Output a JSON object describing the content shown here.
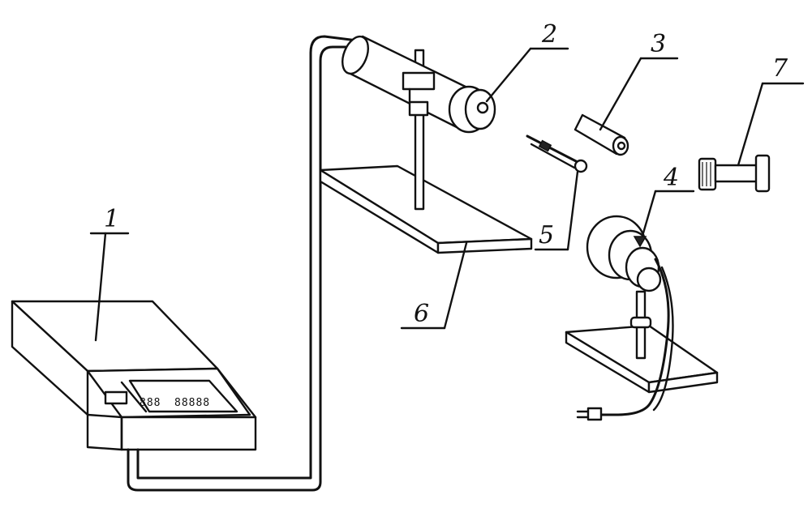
{
  "labels": {
    "l1": "1",
    "l2": "2",
    "l3": "3",
    "l4": "4",
    "l5": "5",
    "l6": "6",
    "l7": "7"
  },
  "meter": {
    "display_left": "888",
    "display_right": "88888"
  }
}
